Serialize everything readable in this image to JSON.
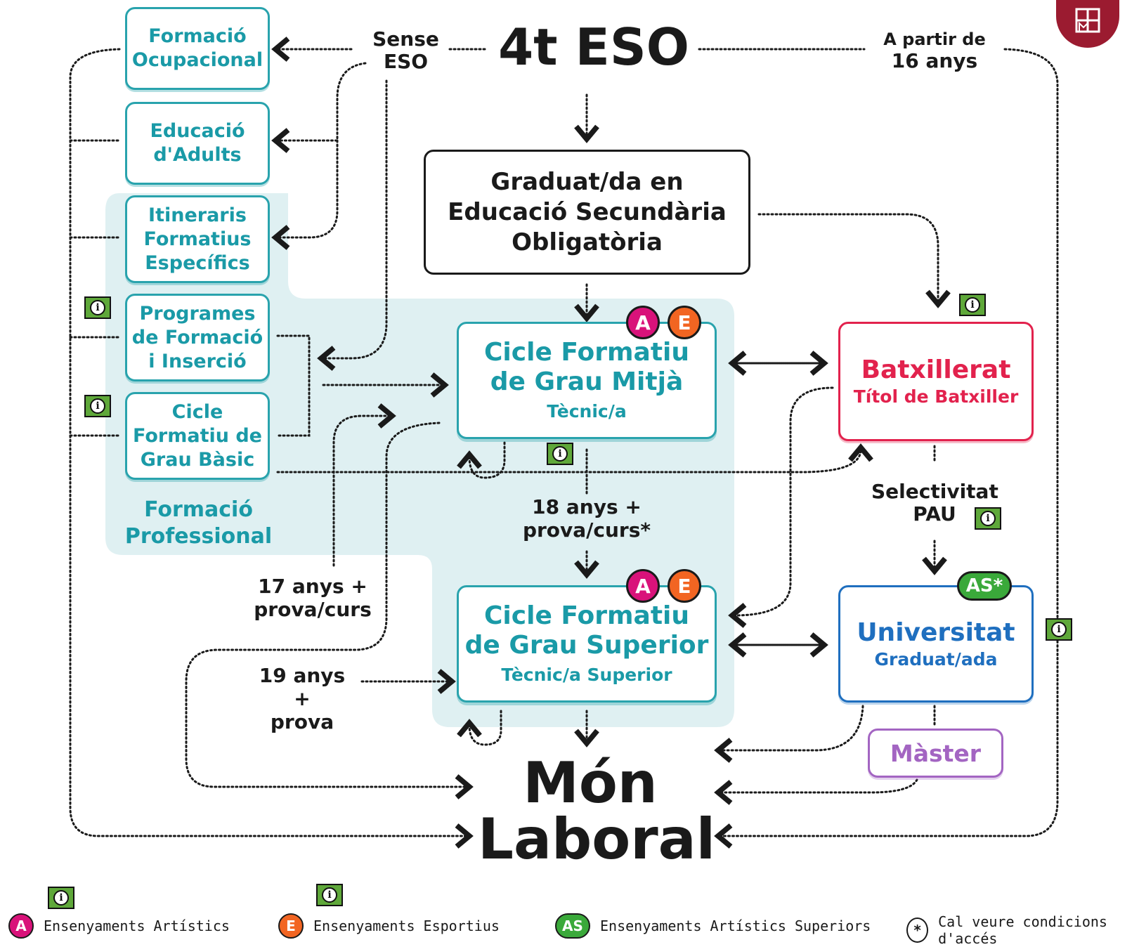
{
  "top": {
    "title": "4t ESO",
    "sense_eso": "Sense\nESO",
    "a_partir": "A partir de",
    "anys16": "16 anys"
  },
  "left_column": {
    "formacio_ocupacional": "Formació\nOcupacional",
    "educacio_adults": "Educació\nd'Adults",
    "itineraris": "Itineraris\nFormatius\nEspecífics",
    "programes": "Programes\nde Formació\ni Inserció",
    "cicle_basic": "Cicle\nFormatiu de\nGrau Bàsic",
    "fp_label": "Formació\nProfessional"
  },
  "graduat": {
    "title": "Graduat/da en\nEducació Secundària\nObligatòria"
  },
  "grau_mitja": {
    "title": "Cicle Formatiu\nde Grau Mitjà",
    "subtitle": "Tècnic/a"
  },
  "grau_superior": {
    "title": "Cicle Formatiu\nde Grau Superior",
    "subtitle": "Tècnic/a Superior"
  },
  "batxillerat": {
    "title": "Batxillerat",
    "subtitle": "Títol de Batxiller"
  },
  "selectivitat": {
    "line1": "Selectivitat",
    "line2": "PAU"
  },
  "universitat": {
    "title": "Universitat",
    "subtitle": "Graduat/ada"
  },
  "master": {
    "title": "Màster"
  },
  "mon_laboral": {
    "line1": "Món",
    "line2": "Laboral"
  },
  "conditions": {
    "anys18": "18 anys +\nprova/curs*",
    "anys17": "17 anys +\nprova/curs",
    "anys19": "19 anys +\nprova"
  },
  "badges": {
    "a": "A",
    "e": "E",
    "as": "AS*",
    "star": "*"
  },
  "legend": {
    "artistics": "Ensenyaments Artístics",
    "esportius": "Ensenyaments Esportius",
    "artistics_superiors": "Ensenyaments Artístics Superiors",
    "condicions": "Cal veure condicions d'accés"
  },
  "colors": {
    "teal": "#29a3ad",
    "red": "#e2224d",
    "blue": "#1f6fbf",
    "purple": "#a365c2",
    "green": "#3aa93a",
    "pink": "#d9127a",
    "orange": "#f26522",
    "logo": "#9b1b30"
  },
  "icons": {
    "info": "info-icon",
    "logo": "barcelona-logo-icon"
  }
}
